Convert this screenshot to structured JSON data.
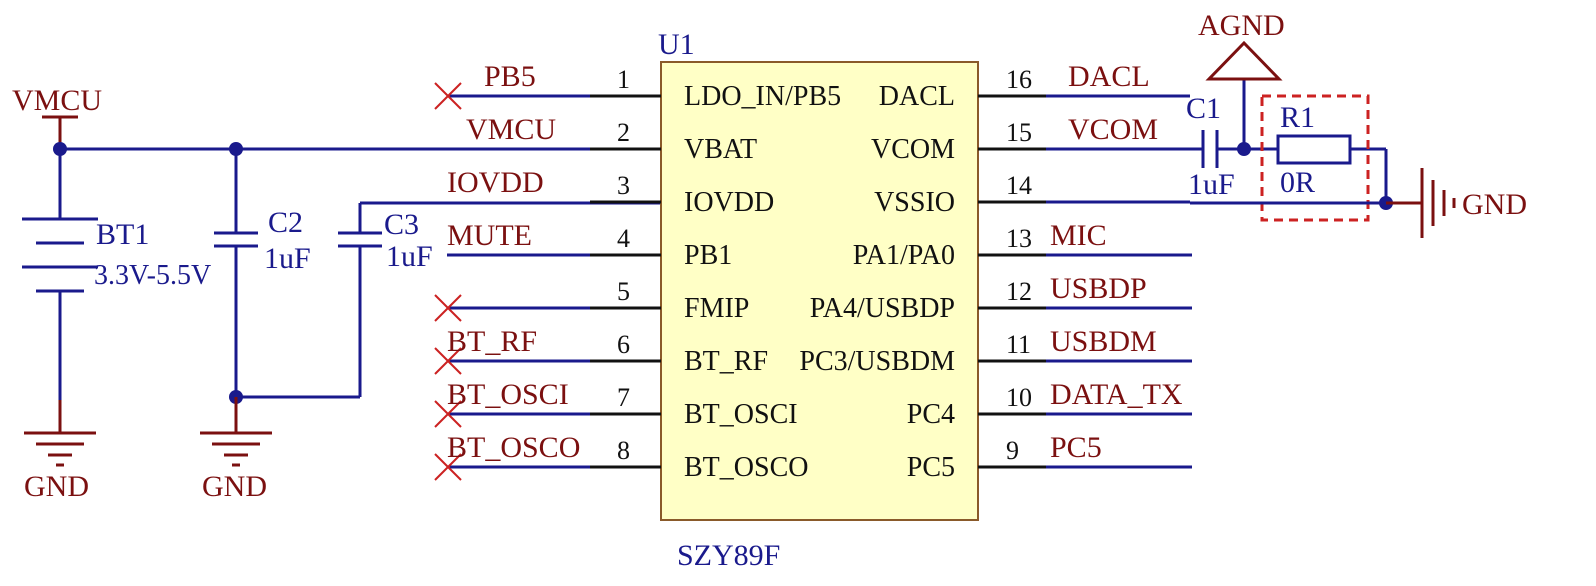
{
  "chip": {
    "ref": "U1",
    "part": "SZY89F",
    "body_color": "#ffffc6",
    "left_pins": [
      {
        "num": "1",
        "name": "LDO_IN/PB5",
        "net": "PB5",
        "nc": true
      },
      {
        "num": "2",
        "name": "VBAT",
        "net": "VMCU",
        "nc": false
      },
      {
        "num": "3",
        "name": "IOVDD",
        "net": "IOVDD",
        "nc": false
      },
      {
        "num": "4",
        "name": "PB1",
        "net": "MUTE",
        "nc": false
      },
      {
        "num": "5",
        "name": "FMIP",
        "net": "",
        "nc": true
      },
      {
        "num": "6",
        "name": "BT_RF",
        "net": "BT_RF",
        "nc": true
      },
      {
        "num": "7",
        "name": "BT_OSCI",
        "net": "BT_OSCI",
        "nc": true
      },
      {
        "num": "8",
        "name": "BT_OSCO",
        "net": "BT_OSCO",
        "nc": true
      }
    ],
    "right_pins": [
      {
        "num": "16",
        "name": "DACL",
        "net": "DACL"
      },
      {
        "num": "15",
        "name": "VCOM",
        "net": "VCOM"
      },
      {
        "num": "14",
        "name": "VSSIO",
        "net": ""
      },
      {
        "num": "13",
        "name": "PA1/PA0",
        "net": "MIC"
      },
      {
        "num": "12",
        "name": "PA4/USBDP",
        "net": "USBDP"
      },
      {
        "num": "11",
        "name": "PC3/USBDM",
        "net": "USBDM"
      },
      {
        "num": "10",
        "name": "PC4",
        "net": "DATA_TX"
      },
      {
        "num": "9",
        "name": "PC5",
        "net": "PC5"
      }
    ]
  },
  "power": {
    "vmcu": "VMCU",
    "gnd_bt1": "GND",
    "gnd_caps": "GND",
    "agnd": "AGND",
    "gnd_right": "GND"
  },
  "components": {
    "bt1_ref": "BT1",
    "bt1_value": "3.3V-5.5V",
    "c2_ref": "C2",
    "c2_value": "1uF",
    "c3_ref": "C3",
    "c3_value": "1uF",
    "c1_ref": "C1",
    "c1_value": "1uF",
    "r1_ref": "R1",
    "r1_value": "0R"
  },
  "colors": {
    "wire": "#1a1a8c",
    "net_label": "#7b1010",
    "highlight_box": "#cc2222"
  }
}
